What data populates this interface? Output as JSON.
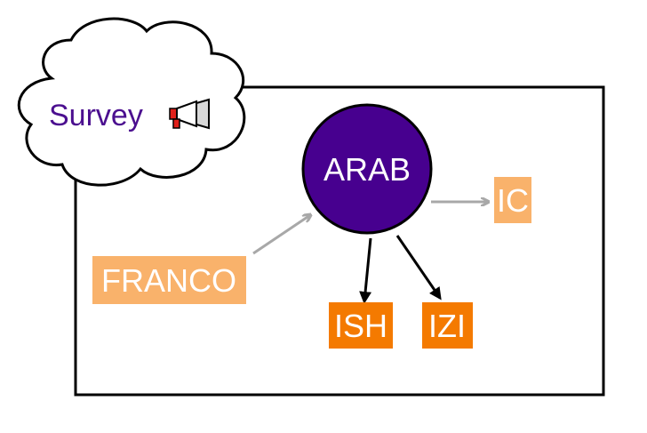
{
  "cloud": {
    "label": "Survey",
    "label_color": "#4b0f8f",
    "icon": "megaphone-icon"
  },
  "center_node": {
    "label": "ARAB",
    "fill": "#47008f",
    "text_color": "#ffffff"
  },
  "nodes": {
    "franco": {
      "label": "FRANCO",
      "fill": "#f9b26b",
      "text_color": "#ffffff"
    },
    "ic": {
      "label": "IC",
      "fill": "#f9b26b",
      "text_color": "#ffffff"
    },
    "ish": {
      "label": "ISH",
      "fill": "#f47a00",
      "text_color": "#ffffff"
    },
    "izi": {
      "label": "IZI",
      "fill": "#f47a00",
      "text_color": "#ffffff"
    }
  },
  "colors": {
    "frame_stroke": "#000000",
    "arrow_light": "#a8a8a8",
    "arrow_dark": "#000000"
  }
}
